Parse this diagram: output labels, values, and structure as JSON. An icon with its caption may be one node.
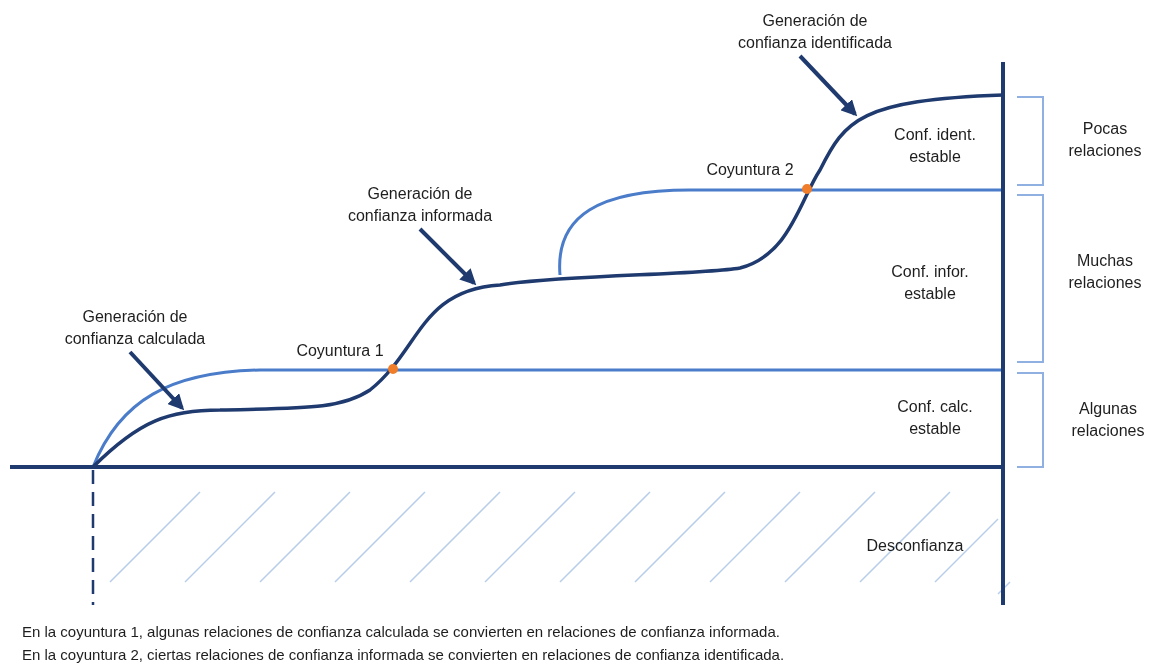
{
  "diagram": {
    "nodes": [
      {
        "text": [
          "Generación de confianza calculada"
        ]
      },
      {
        "text": [
          "Generación de confianza informada"
        ]
      },
      {
        "text": [
          "Generación de confianza identificada"
        ]
      }
    ],
    "edges": [
      {
        "from": 0,
        "to": null,
        "arrow": "to"
      },
      {
        "from": 1,
        "to": null,
        "arrow": "to"
      },
      {
        "from": 2,
        "to": null,
        "arrow": "to"
      }
    ],
    "labels": [
      "Pocas relaciones",
      "Conf. ident. estable",
      "Coyuntura 2",
      "Muchas relaciones",
      "Conf. infor. estable",
      "Coyuntura 1",
      "Conf. calc. estable",
      "Algunas relaciones",
      "Desconfianza",
      "En la coyuntura 1, algunas relaciones de confianza calculada se convierten en relaciones de confianza informada.",
      "En la coyuntura 2, ciertas relaciones de confianza informada se convierten en relaciones de confianza identificada."
    ]
  }
}
